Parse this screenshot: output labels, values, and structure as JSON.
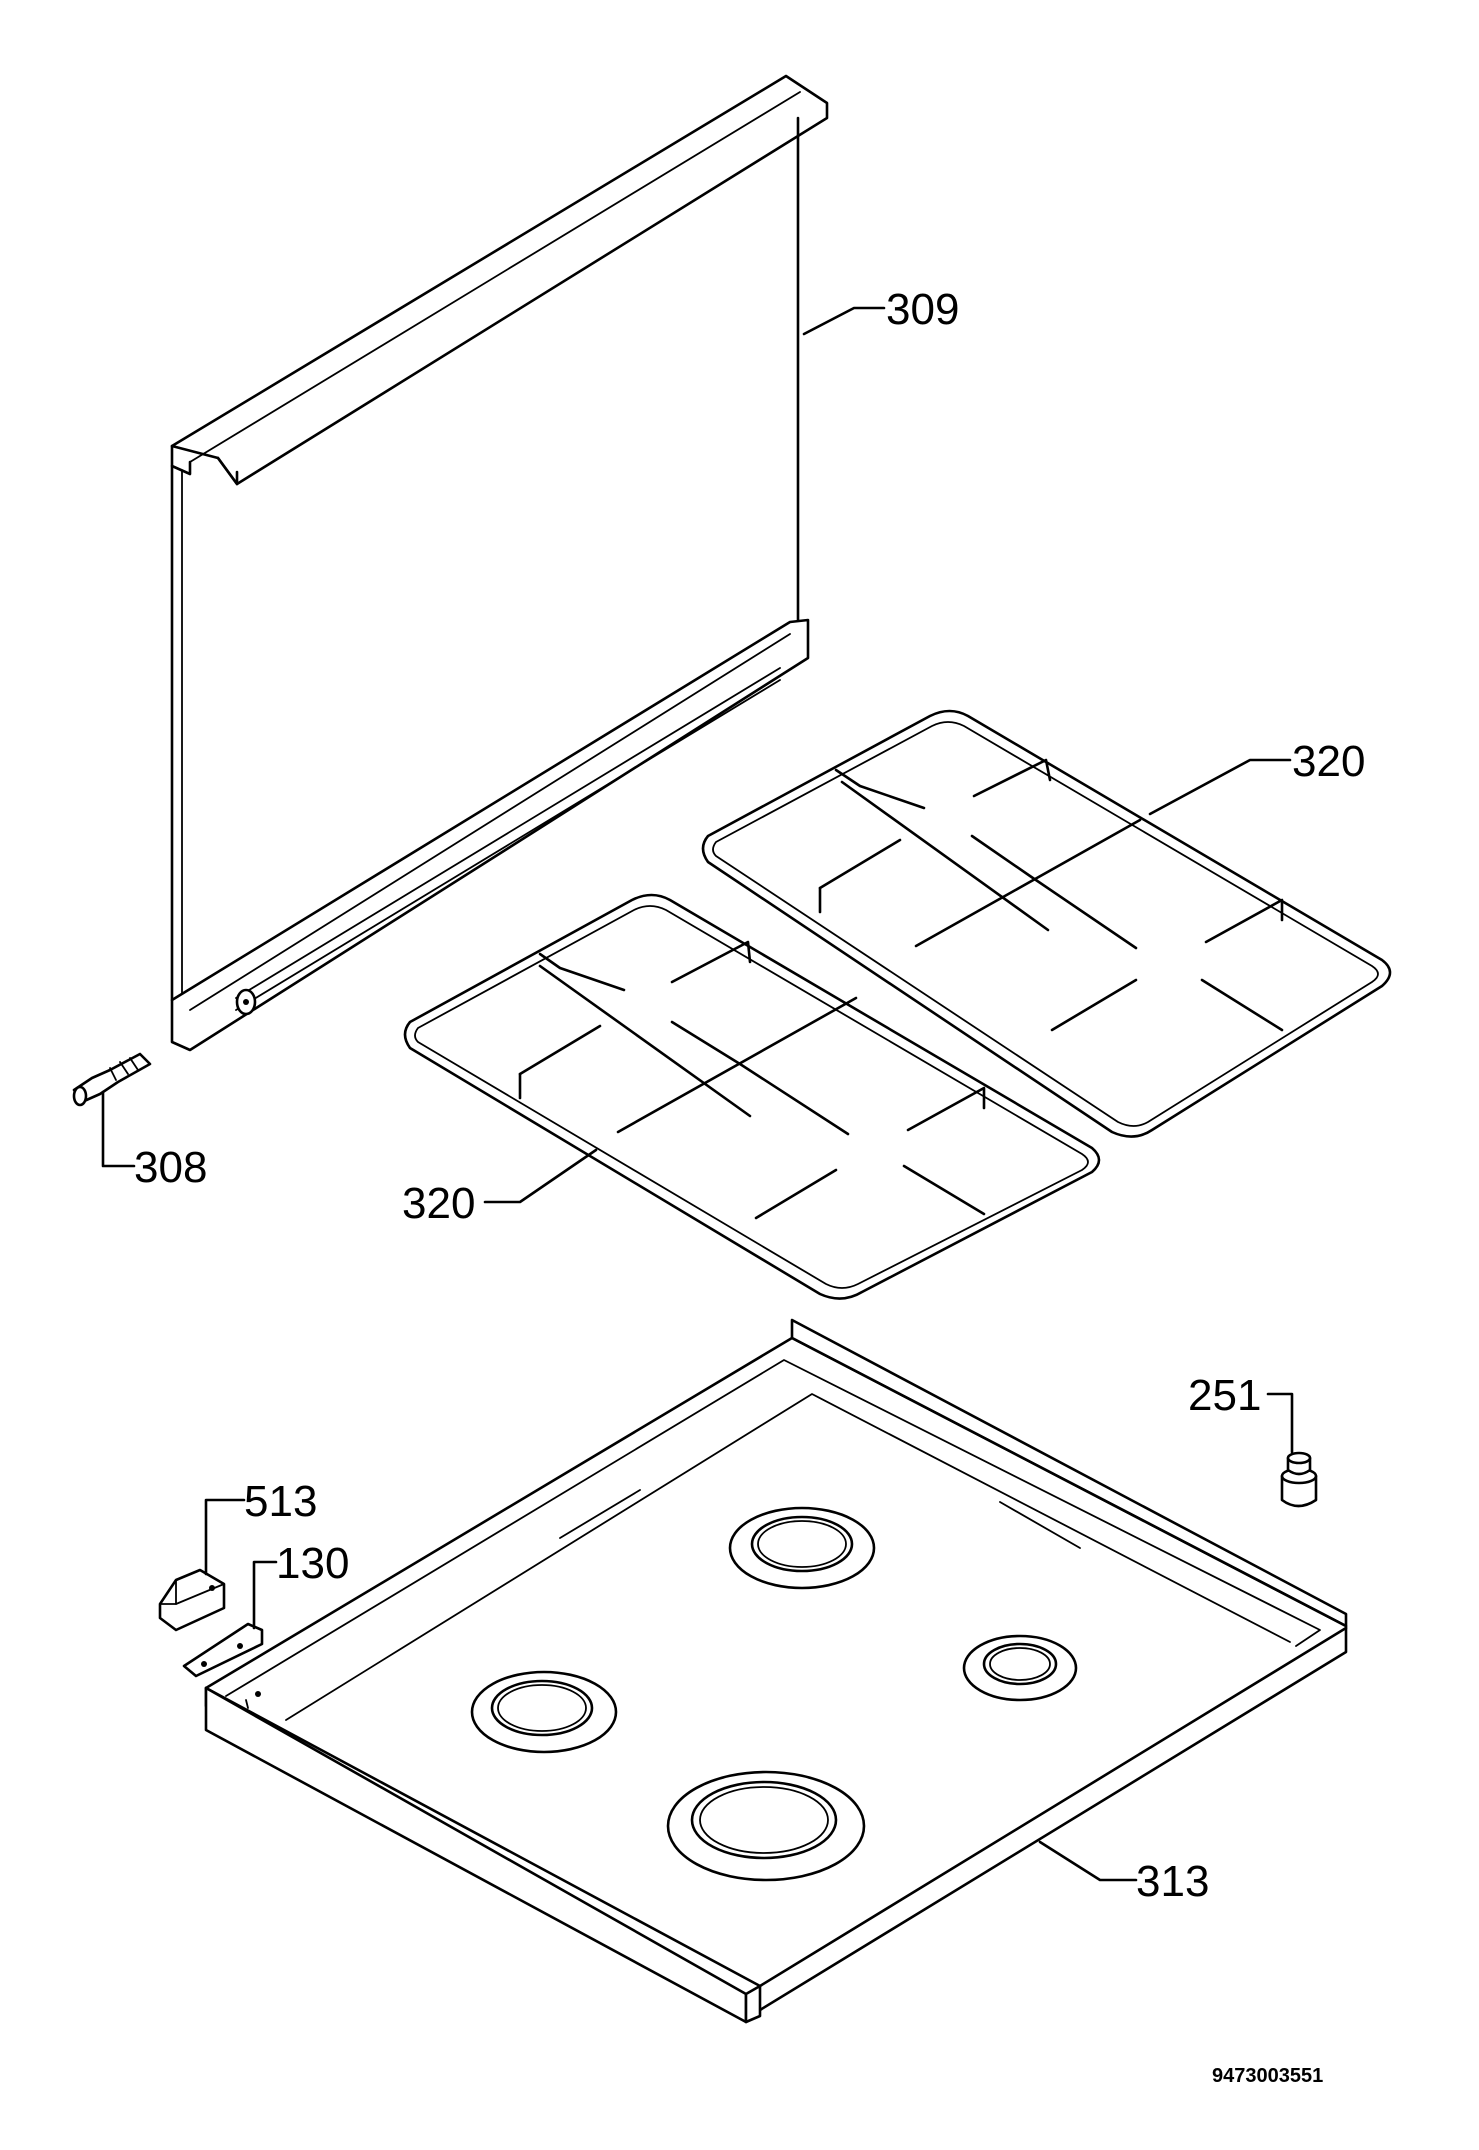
{
  "labels": {
    "glass_lid": "309",
    "hinge_pin": "308",
    "pan_support_rear": "320",
    "pan_support_front": "320",
    "knob_cap": "251",
    "hinge_block": "513",
    "hinge_bracket": "130",
    "hob_top": "313"
  },
  "drawing_code": "9473003551"
}
